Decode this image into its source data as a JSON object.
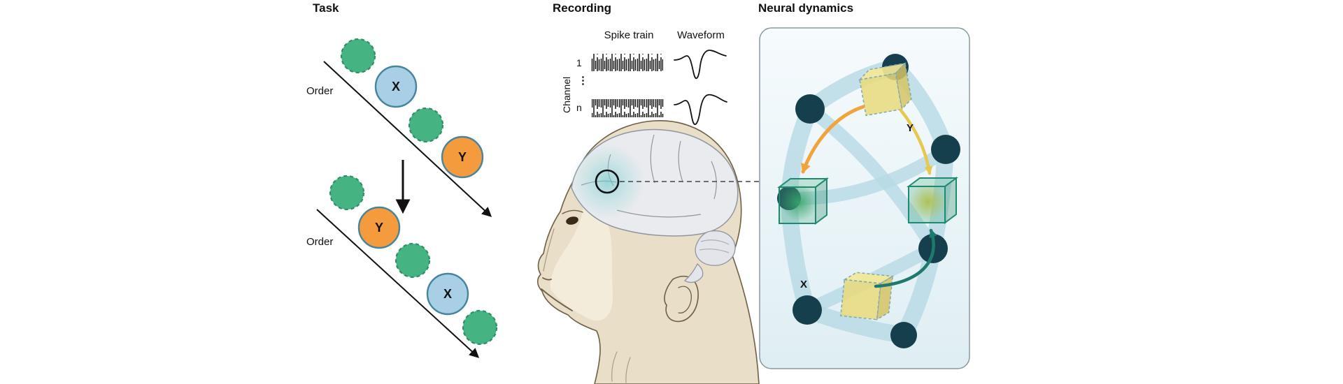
{
  "figure": {
    "panels": {
      "task": {
        "title": "Task",
        "sequence1": {
          "order_label": "Order",
          "circles": [
            {
              "kind": "distractor",
              "label": ""
            },
            {
              "kind": "stimulus",
              "label": "X"
            },
            {
              "kind": "distractor",
              "label": ""
            },
            {
              "kind": "stimulus",
              "label": "Y"
            }
          ]
        },
        "sequence2": {
          "order_label": "Order",
          "circles": [
            {
              "kind": "distractor",
              "label": ""
            },
            {
              "kind": "stimulus",
              "label": "Y"
            },
            {
              "kind": "distractor",
              "label": ""
            },
            {
              "kind": "stimulus",
              "label": "X"
            },
            {
              "kind": "distractor",
              "label": ""
            }
          ]
        }
      },
      "recording": {
        "title": "Recording",
        "spike_train_label": "Spike train",
        "waveform_label": "Waveform",
        "channel_axis": {
          "label": "Channel",
          "first": "1",
          "ellipsis": "⋮",
          "last": "n"
        }
      },
      "neural": {
        "title": "Neural dynamics",
        "label_y": "Y",
        "label_x": "X"
      }
    },
    "colors": {
      "ink": "#111111",
      "green": "#46b383",
      "green_stroke": "#2e8f68",
      "blue_fill": "#a9cfe6",
      "stim_stroke": "#47849e",
      "orange_fill": "#f49b3e",
      "fur": "#e9dec7",
      "fur_line": "#6e5f45",
      "face": "#f4ecda",
      "brain": "#eaebef",
      "brain_line": "#8f96a0",
      "glow_teal": "#6ecaca",
      "panel_border": "#8a9aa0",
      "edge": "#b6dae5",
      "node": "#163f4d",
      "cube_green": "#1f8a70",
      "arrow_orange": "#f2a33c",
      "arrow_yellow": "#e6c84e",
      "arrow_teal": "#1f7a6e"
    }
  }
}
